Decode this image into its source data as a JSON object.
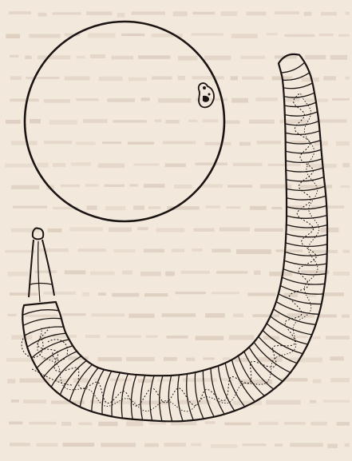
{
  "illustration": {
    "subjects": [
      "egg-with-embryo",
      "segmented-larva"
    ],
    "colors": {
      "paper": "#f3e8dc",
      "ink": "#1a1512",
      "bleed_text": "#c9b8a8"
    },
    "worm_segment_count": 64
  }
}
